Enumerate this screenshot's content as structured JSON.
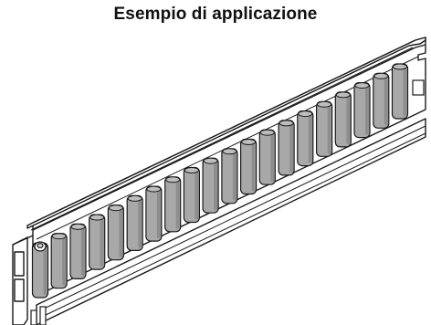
{
  "heading": {
    "title": "Esempio di applicazione"
  },
  "illustration": {
    "subject": "roller-conveyor-track",
    "roller_count": 20,
    "colors": {
      "line": "#1a1a1a",
      "roller_fill": "#a8a8a8",
      "roller_shadow": "#8e8e8e",
      "frame_fill": "#ffffff"
    }
  }
}
